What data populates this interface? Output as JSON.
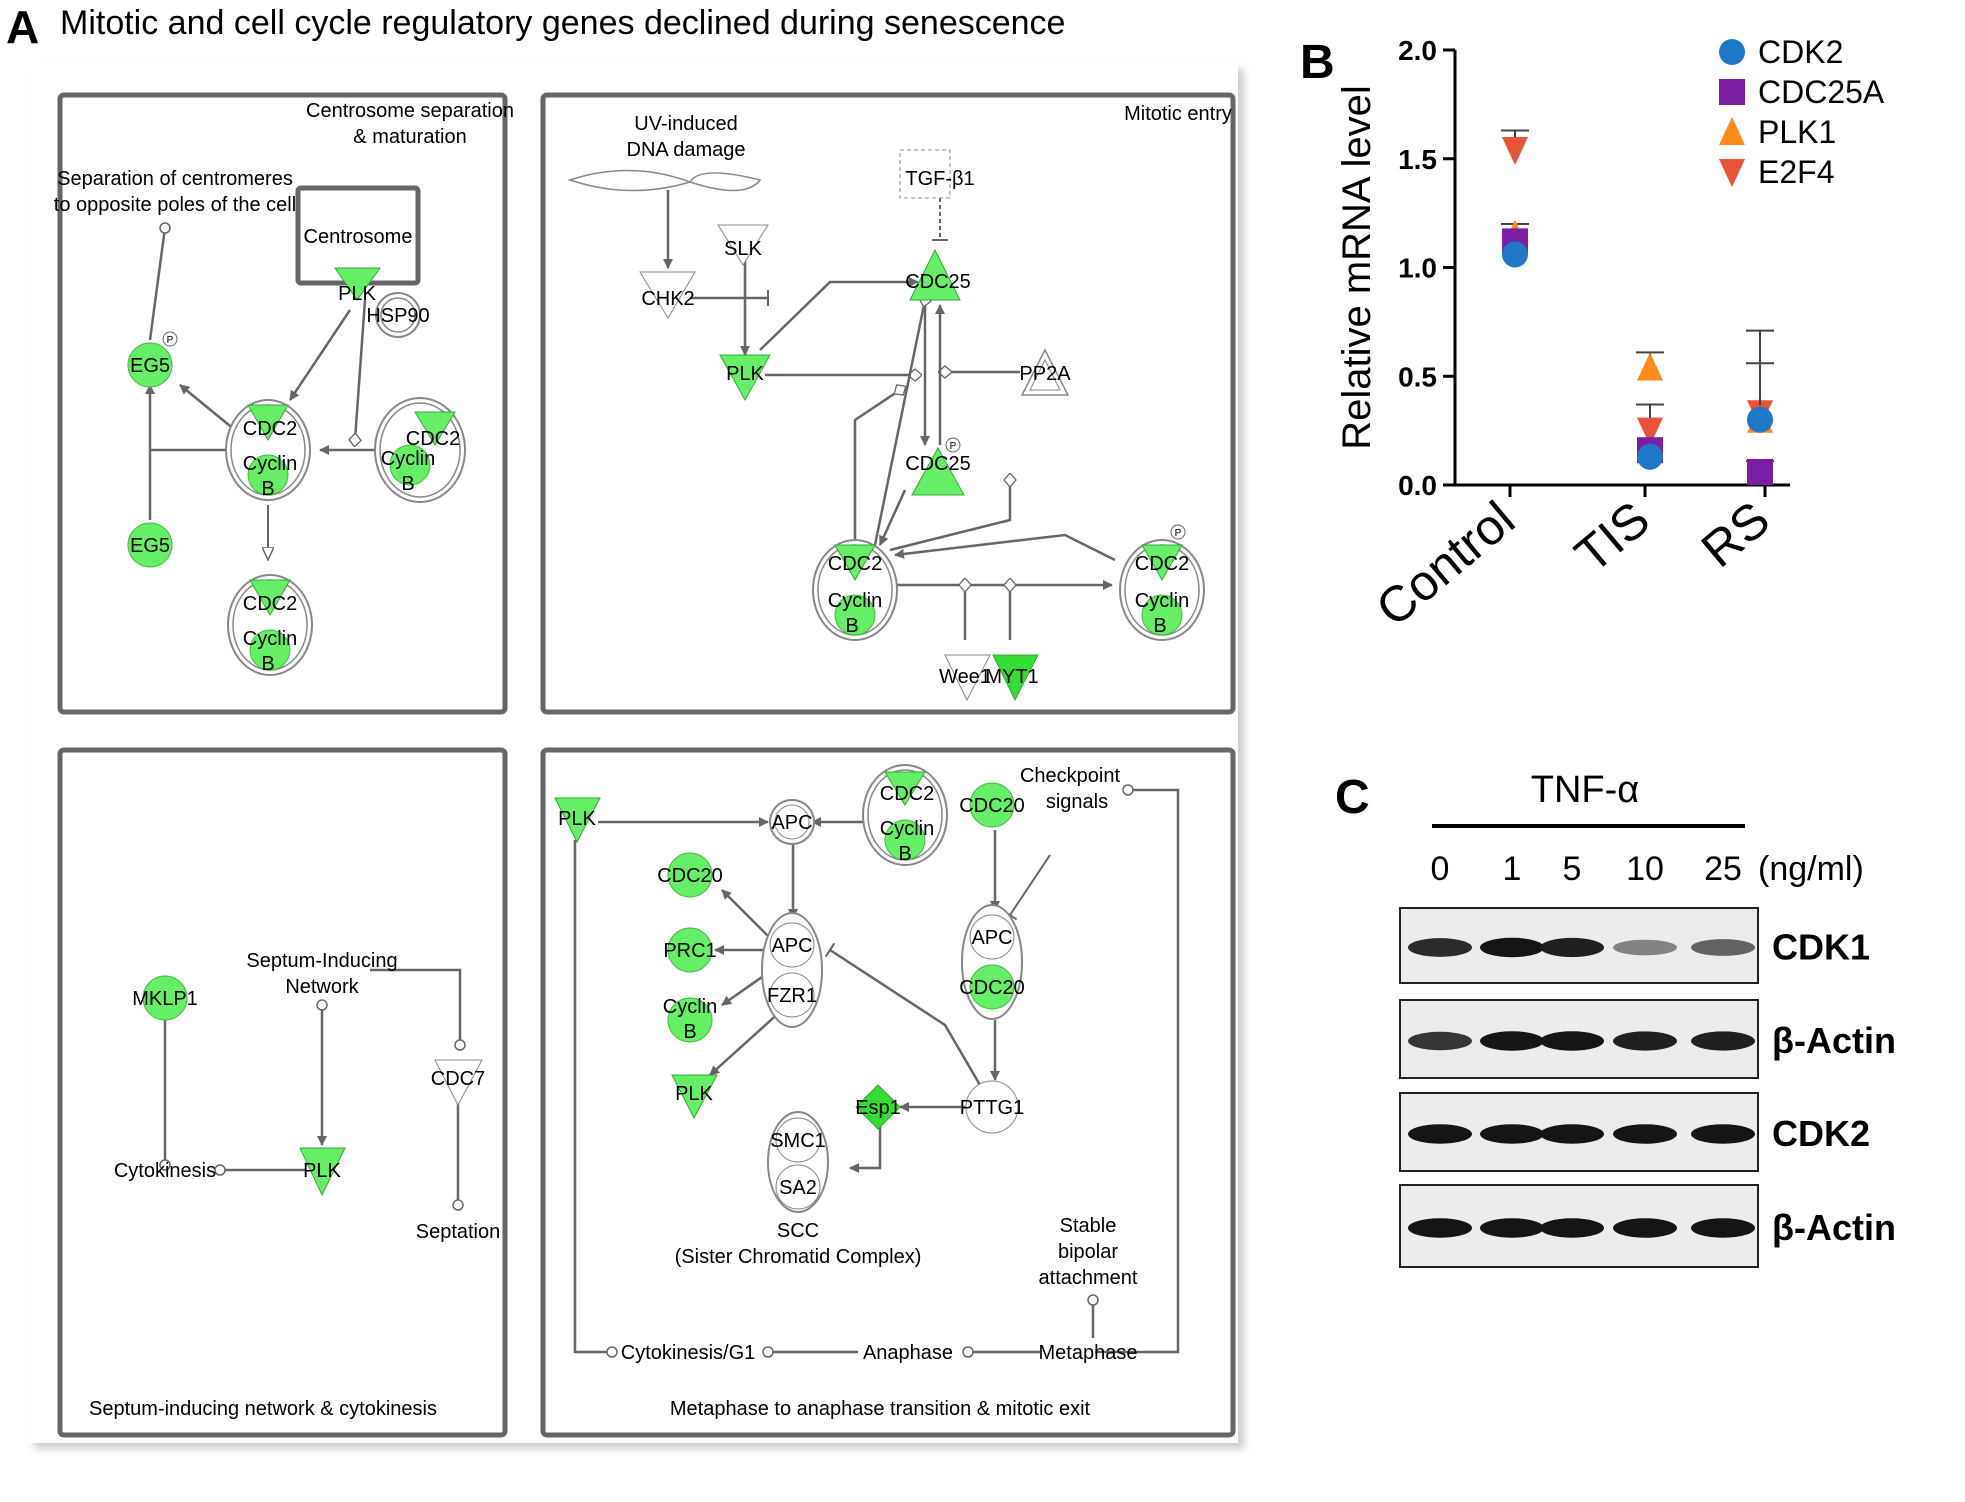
{
  "panel_a": {
    "letter": "A",
    "title": "Mitotic and cell cycle regulatory genes declined during senescence",
    "q1": {
      "centrosome_title_1": "Centrosome separation",
      "centrosome_title_2": "& maturation",
      "separation_1": "Separation of centromeres",
      "separation_2": "to opposite poles of the cell",
      "centrosome": "Centrosome",
      "plk": "PLK",
      "hsp90": "HSP90",
      "eg5_top": "EG5",
      "eg5_bottom": "EG5",
      "p": "P",
      "cdc2": "CDC2",
      "cyclin": "Cyclin",
      "b": "B"
    },
    "q2": {
      "title": "Mitotic entry",
      "uv_1": "UV-induced",
      "uv_2": "DNA damage",
      "tgfb1": "TGF-β1",
      "slk": "SLK",
      "chk2": "CHK2",
      "cdc25": "CDC25",
      "plk": "PLK",
      "pp2a": "PP2A",
      "cdc2": "CDC2",
      "cyclin": "Cyclin",
      "b": "B",
      "wee1": "Wee1",
      "myt1": "MYT1",
      "p": "P"
    },
    "q3": {
      "caption": "Septum-inducing network & cytokinesis",
      "mklp1": "MKLP1",
      "septum_1": "Septum-Inducing",
      "septum_2": "Network",
      "cdc7": "CDC7",
      "cytokinesis": "Cytokinesis",
      "plk": "PLK",
      "septation": "Septation"
    },
    "q4": {
      "caption": "Metaphase to anaphase transition & mitotic exit",
      "plk": "PLK",
      "apc": "APC",
      "cdc2": "CDC2",
      "cyclin": "Cyclin",
      "b": "B",
      "cdc20": "CDC20",
      "cdc20_top": "CDC20",
      "checkpoint_1": "Checkpoint",
      "checkpoint_2": "signals",
      "prc1": "PRC1",
      "fzr1": "FZR1",
      "esp1": "Esp1",
      "pttg1": "PTTG1",
      "smc1": "SMC1",
      "sa2": "SA2",
      "scc": "SCC",
      "scc_full": "(Sister Chromatid Complex)",
      "stable_1": "Stable",
      "stable_2": "bipolar",
      "stable_3": "attachment",
      "cytokinesis_g1": "Cytokinesis/G1",
      "anaphase": "Anaphase",
      "metaphase": "Metaphase"
    },
    "node_colors": {
      "down": "#66ee66",
      "down_dark": "#3fcf3f",
      "none": "#ffffff"
    }
  },
  "panel_b": {
    "letter": "B",
    "chart_data": {
      "type": "scatter",
      "categories": [
        "Control",
        "TIS",
        "RS"
      ],
      "ylabel": "Relative mRNA level",
      "ylim": [
        0,
        2.0
      ],
      "yticks": [
        "0.0",
        "0.5",
        "1.0",
        "1.5",
        "2.0"
      ],
      "series": [
        {
          "name": "CDK2",
          "marker": "circle",
          "color": "#1f77c8",
          "values": [
            1.06,
            0.13,
            0.3
          ],
          "err": [
            0,
            0,
            0
          ]
        },
        {
          "name": "CDC25A",
          "marker": "square",
          "color": "#7b1fa2",
          "values": [
            1.12,
            0.16,
            0.06
          ],
          "err": [
            0,
            0,
            0.05
          ]
        },
        {
          "name": "PLK1",
          "marker": "triangle-up",
          "color": "#ff8c1a",
          "values": [
            1.15,
            0.54,
            0.3
          ],
          "err": [
            0.05,
            0.07,
            0.41
          ]
        },
        {
          "name": "E2F4",
          "marker": "triangle-down",
          "color": "#e8533a",
          "values": [
            1.54,
            0.25,
            0.33
          ],
          "err": [
            0.09,
            0.12,
            0.23
          ]
        }
      ],
      "legend_position": "top-right"
    }
  },
  "panel_c": {
    "letter": "C",
    "treatment": "TNF-α",
    "doses": [
      "0",
      "1",
      "5",
      "10",
      "25"
    ],
    "unit": "(ng/ml)",
    "blots": [
      {
        "label": "CDK1",
        "intensity": [
          0.85,
          0.95,
          0.9,
          0.45,
          0.6
        ]
      },
      {
        "label": "β-Actin",
        "intensity": [
          0.8,
          0.95,
          0.95,
          0.9,
          0.9
        ]
      },
      {
        "label": "CDK2",
        "intensity": [
          0.95,
          0.95,
          0.95,
          0.95,
          0.95
        ]
      },
      {
        "label": "β-Actin",
        "intensity": [
          0.95,
          0.95,
          0.95,
          0.95,
          0.95
        ]
      }
    ]
  }
}
